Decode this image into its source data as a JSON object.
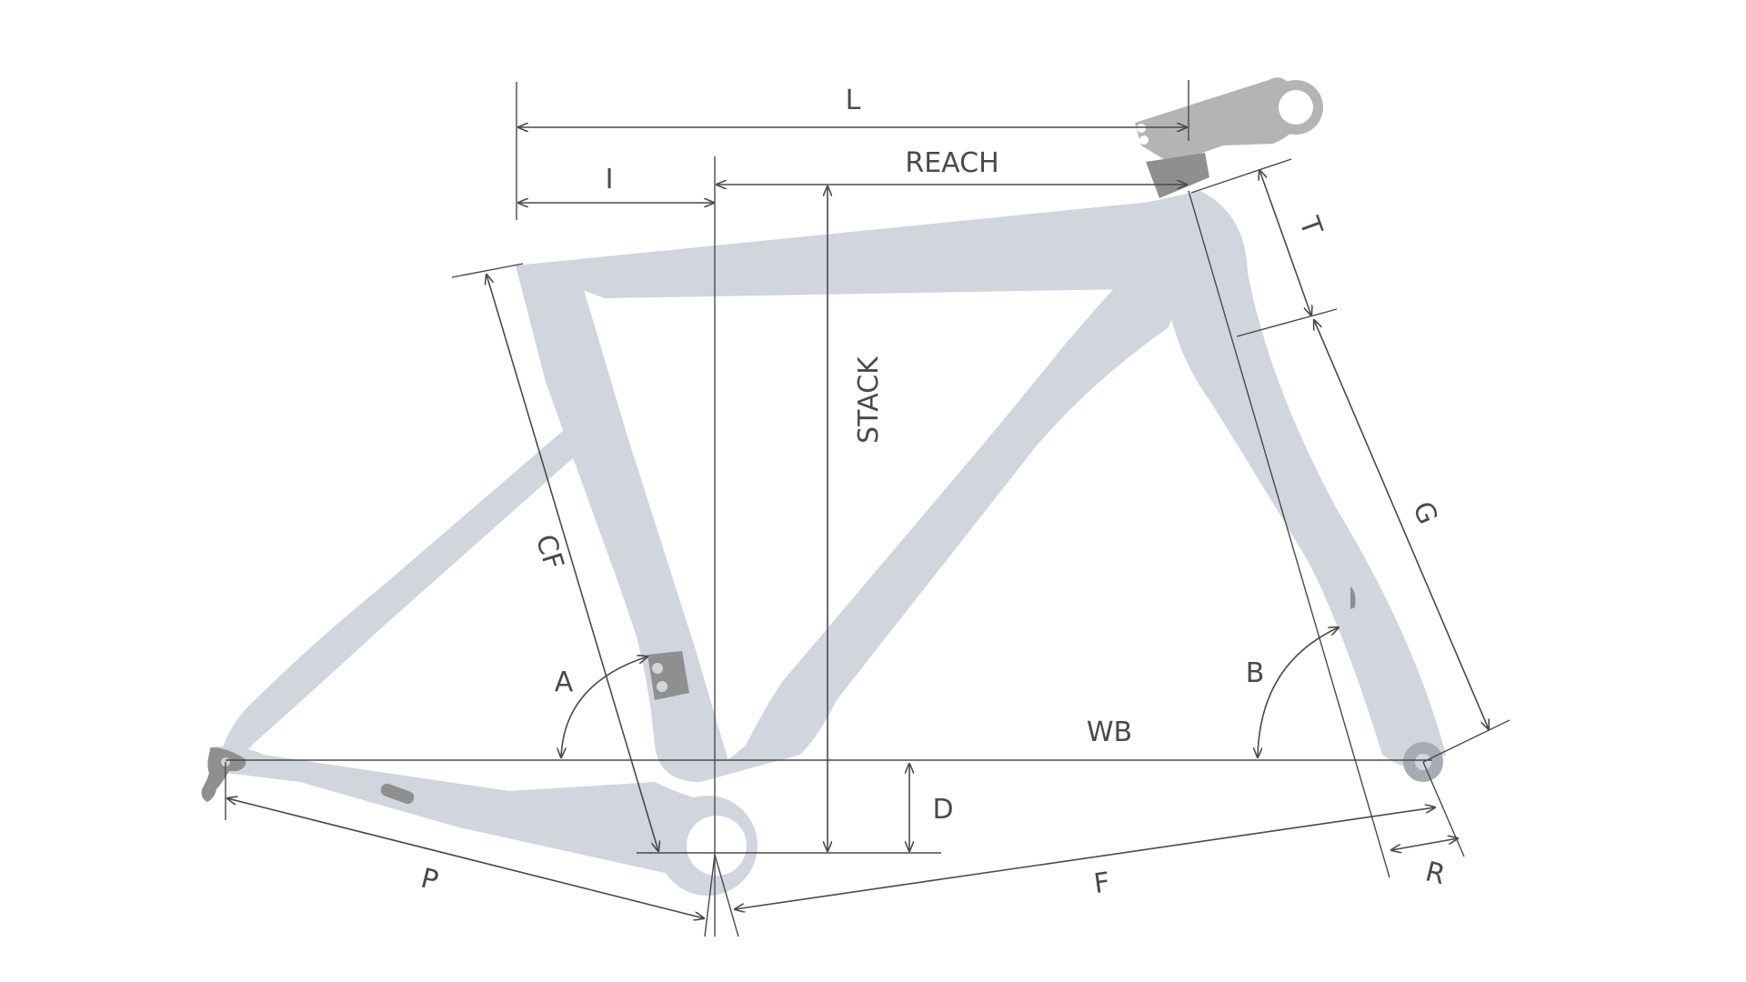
{
  "labels": {
    "L": "L",
    "I": "I",
    "reach": "REACH",
    "stack": "STACK",
    "T": "T",
    "G": "G",
    "CF": "CF",
    "A": "A",
    "B": "B",
    "WB": "WB",
    "D": "D",
    "P": "P",
    "F": "F",
    "R": "R"
  },
  "colors": {
    "frame": "#d1d5dd",
    "lines": "#4a4a4a",
    "stem": "#b4b4b4",
    "hardware": "#8f8f8f"
  }
}
